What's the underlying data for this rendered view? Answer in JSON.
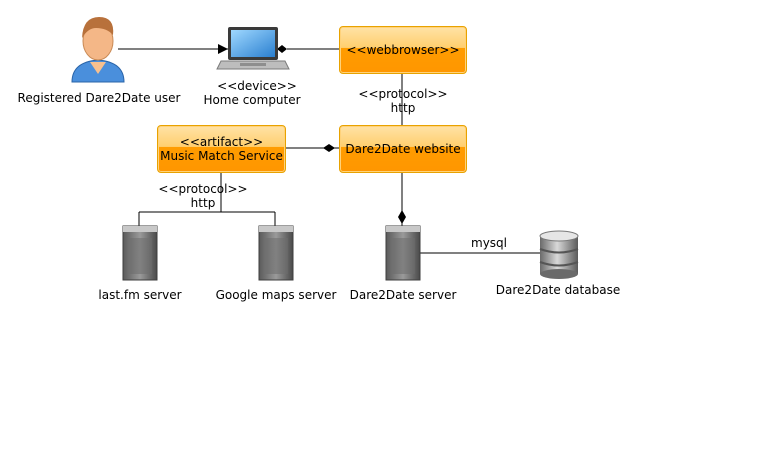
{
  "nodes": {
    "user": {
      "label": "Registered Dare2Date user"
    },
    "home_computer": {
      "stereotype": "<<device>>",
      "label": "Home computer"
    },
    "webbrowser": {
      "label": "<<webbrowser>>"
    },
    "website": {
      "label": "Dare2Date website"
    },
    "music_match": {
      "stereotype": "<<artifact>>",
      "label": "Music Match Service"
    },
    "lastfm": {
      "label": "last.fm server"
    },
    "googlemaps": {
      "label": "Google maps server"
    },
    "d2d_server": {
      "label": "Dare2Date server"
    },
    "d2d_db": {
      "label": "Dare2Date database"
    }
  },
  "edges": {
    "browser_website": {
      "stereotype": "<<protocol>>",
      "label": "http"
    },
    "musicmatch_external": {
      "stereotype": "<<protocol>>",
      "label": "http"
    },
    "server_db": {
      "label": "mysql"
    }
  },
  "icons": {
    "user": "person-icon",
    "computer": "laptop-icon",
    "server": "server-tower-icon",
    "database": "database-cylinder-icon"
  }
}
